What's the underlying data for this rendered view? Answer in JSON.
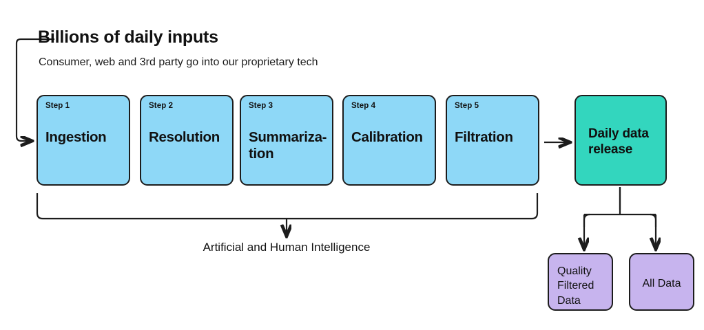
{
  "header": {
    "title": "Billions of daily inputs",
    "subtitle": "Consumer, web and 3rd party go into our proprietary tech"
  },
  "pipeline": {
    "steps": [
      {
        "kicker": "Step 1",
        "title": "Ingestion"
      },
      {
        "kicker": "Step 2",
        "title": "Resolution"
      },
      {
        "kicker": "Step 3",
        "title": "Summariza-\ntion"
      },
      {
        "kicker": "Step 4",
        "title": "Calibration"
      },
      {
        "kicker": "Step 5",
        "title": "Filtration"
      }
    ],
    "caption": "Artificial and Human Intelligence"
  },
  "release": {
    "title": "Daily data\nrelease"
  },
  "outputs": [
    {
      "label": "Quality\nFiltered\nData"
    },
    {
      "label": "All Data"
    }
  ],
  "colors": {
    "step_fill": "#8ED8F7",
    "release_fill": "#33D6BE",
    "output_fill": "#C7B4EE",
    "stroke": "#1c1c1c",
    "background": "#ffffff"
  }
}
